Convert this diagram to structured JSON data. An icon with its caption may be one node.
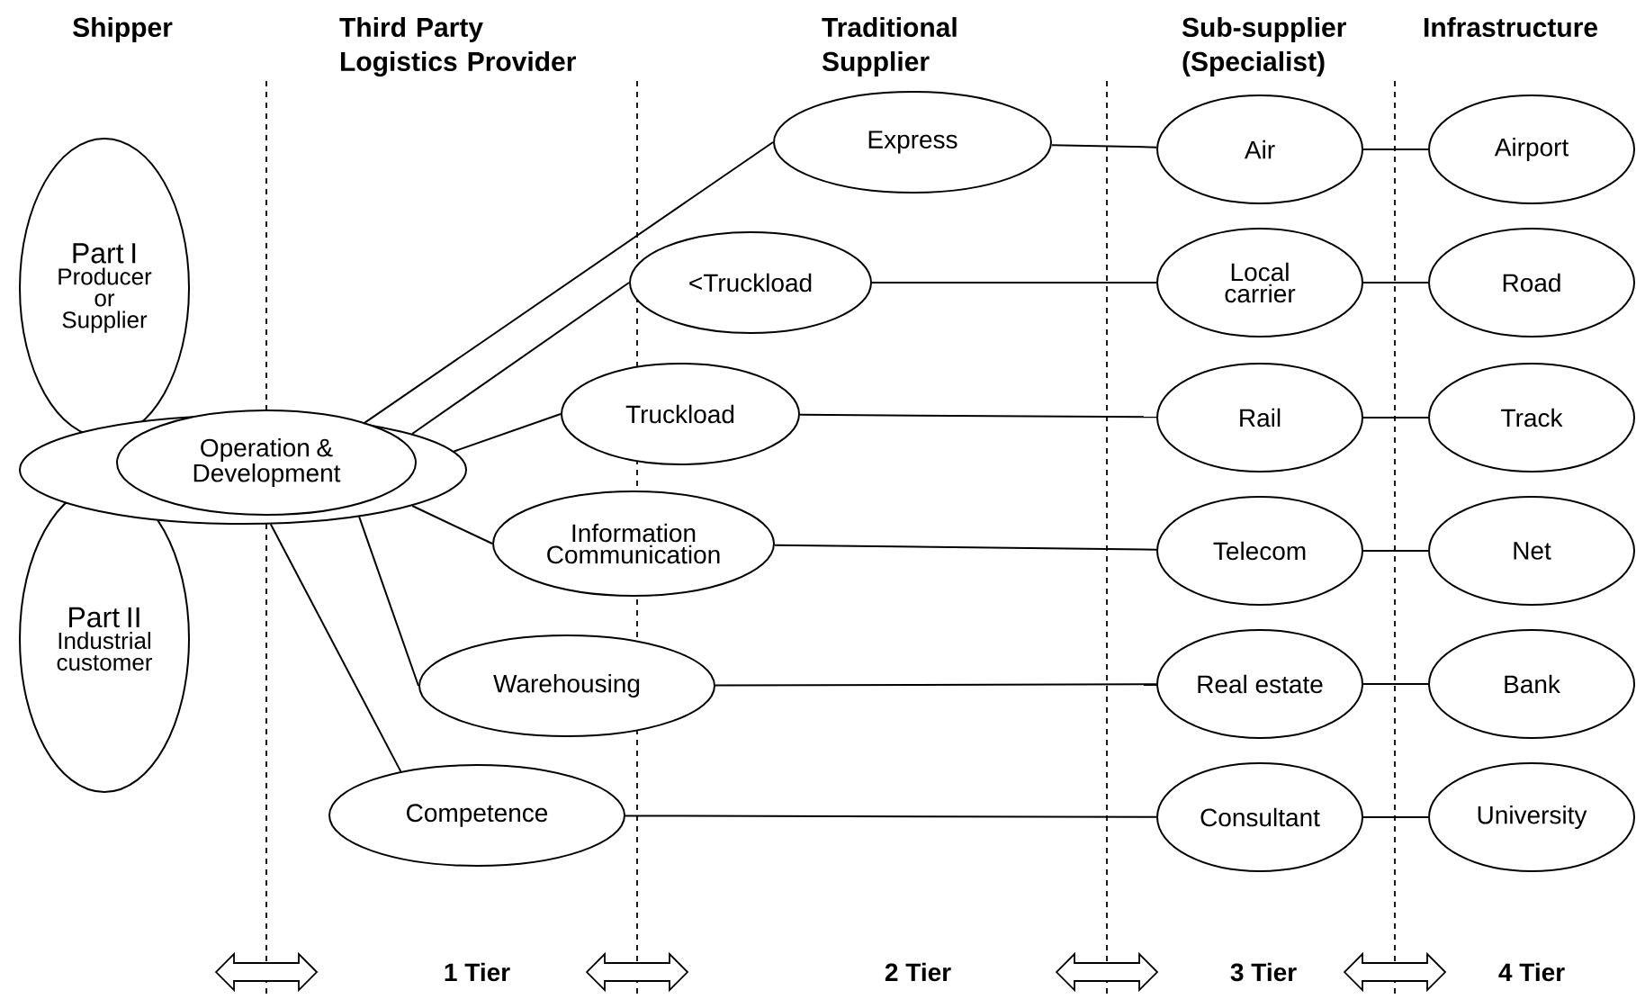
{
  "diagram": {
    "nodes": [
      {
        "text": [
          "Part I",
          "Producer or Supplier"
        ]
      },
      {
        "text": [
          "Part II",
          "Industrial customer"
        ]
      },
      {
        "text": [],
        "shape": "ellipse"
      },
      {
        "text": [
          "Operation & Development"
        ],
        "in": 2
      },
      {
        "text": [
          "Express"
        ]
      },
      {
        "text": [
          "<Truckload"
        ]
      },
      {
        "text": [
          "Truckload"
        ]
      },
      {
        "text": [
          "Information Communication"
        ]
      },
      {
        "text": [
          "Warehousing"
        ]
      },
      {
        "text": [
          "Competence"
        ]
      },
      {
        "text": [
          "Air"
        ]
      },
      {
        "text": [
          "Local carrier"
        ]
      },
      {
        "text": [
          "Rail"
        ]
      },
      {
        "text": [
          "Telecom"
        ]
      },
      {
        "text": [
          "Real estate"
        ]
      },
      {
        "text": [
          "Consultant"
        ]
      },
      {
        "text": [
          "Airport"
        ]
      },
      {
        "text": [
          "Road"
        ]
      },
      {
        "text": [
          "Track"
        ]
      },
      {
        "text": [
          "Net"
        ]
      },
      {
        "text": [
          "Bank"
        ]
      },
      {
        "text": [
          "University"
        ]
      }
    ],
    "edges": [
      {
        "from": 2,
        "to": 4,
        "arrow": "none"
      },
      {
        "from": 2,
        "to": 5,
        "arrow": "none"
      },
      {
        "from": 2,
        "to": 6,
        "arrow": "none"
      },
      {
        "from": 2,
        "to": 7,
        "arrow": "none"
      },
      {
        "from": 2,
        "to": 8,
        "arrow": "none"
      },
      {
        "from": 2,
        "to": 9,
        "arrow": "none"
      },
      {
        "from": 4,
        "to": 10,
        "arrow": "none"
      },
      {
        "from": 5,
        "to": 11,
        "arrow": "none"
      },
      {
        "from": 6,
        "to": 12,
        "arrow": "none"
      },
      {
        "from": 7,
        "to": 13,
        "arrow": "none"
      },
      {
        "from": 8,
        "to": 14,
        "arrow": "none"
      },
      {
        "from": 9,
        "to": 15,
        "arrow": "none"
      },
      {
        "from": 10,
        "to": 16,
        "arrow": "none"
      },
      {
        "from": 11,
        "to": 17,
        "arrow": "none"
      },
      {
        "from": 12,
        "to": 18,
        "arrow": "none"
      },
      {
        "from": 13,
        "to": 19,
        "arrow": "none"
      },
      {
        "from": 14,
        "to": 20,
        "arrow": "none"
      },
      {
        "from": 15,
        "to": 21,
        "arrow": "none"
      }
    ],
    "labels": [
      "Shipper",
      "Third Party Logistics Provider",
      "Traditional Supplier",
      "Sub-supplier (Specialist)",
      "Infrastructure",
      "1 Tier",
      "2 Tier",
      "3 Tier",
      "4 Tier"
    ]
  }
}
